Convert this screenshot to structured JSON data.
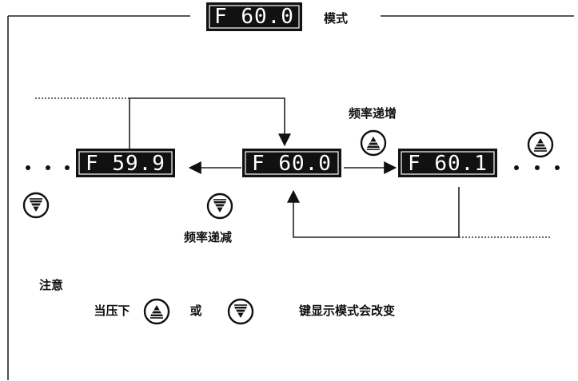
{
  "header": {
    "display_value": "F 60.0",
    "mode_label": "模式"
  },
  "displays": {
    "left": "F 59.9",
    "center": "F 60.0",
    "right": "F 60.1"
  },
  "labels": {
    "increase": "频率递增",
    "decrease": "频率递减"
  },
  "note": {
    "title": "注意",
    "prefix": "当压下",
    "or": "或",
    "suffix": "键显示模式会改变"
  },
  "icons": {
    "up_key": "up-key-icon",
    "down_key": "down-key-icon"
  }
}
